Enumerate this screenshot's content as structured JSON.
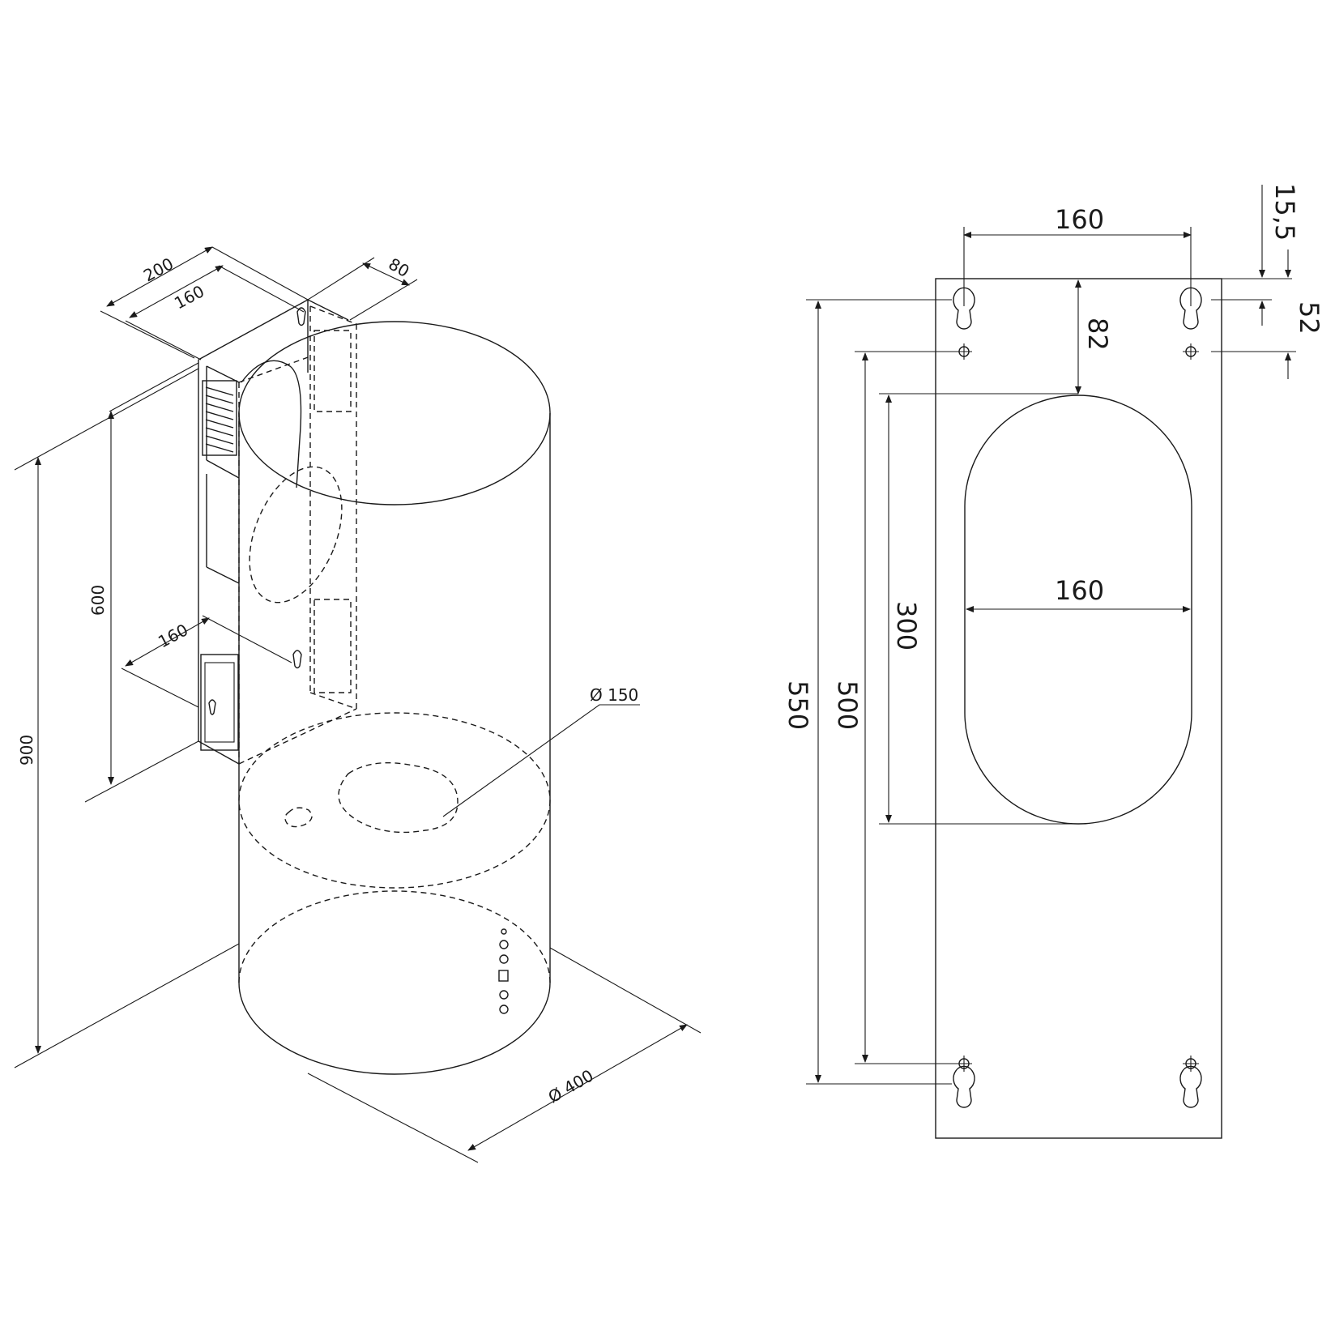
{
  "colors": {
    "line": "#1a1a1a",
    "background": "#ffffff"
  },
  "hood": {
    "width_200": "200",
    "inner_160_top": "160",
    "depth_80": "80",
    "height_600": "600",
    "height_900": "900",
    "lower_160": "160",
    "outlet_diameter": "Ø 150",
    "body_diameter": "Ø 400"
  },
  "plate": {
    "top_spacing_160": "160",
    "offset_15_5": "15,5",
    "offset_52": "52",
    "offset_82": "82",
    "cutout_width_160": "160",
    "cutout_height_300": "300",
    "hole_spacing_500": "500",
    "overall_height_550": "550"
  }
}
